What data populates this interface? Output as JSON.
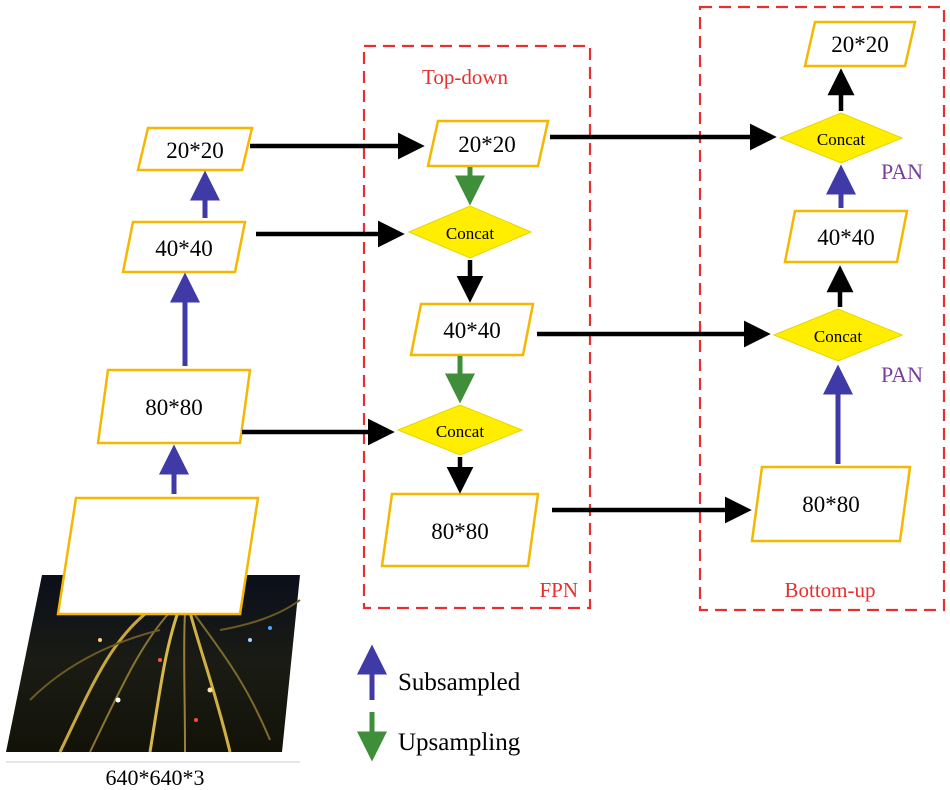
{
  "regions": {
    "fpn_top": "Top-down",
    "fpn_bottom": "FPN",
    "pan_bottom": "Bottom-up"
  },
  "backbone": {
    "b20": "20*20",
    "b40": "40*40",
    "b80": "80*80",
    "input": "640*640*3"
  },
  "fpn": {
    "n20": "20*20",
    "concat1": "Concat",
    "n40": "40*40",
    "concat2": "Concat",
    "n80": "80*80"
  },
  "pan": {
    "out20": "20*20",
    "concat_top": "Concat",
    "label_top": "PAN",
    "n40": "40*40",
    "concat_mid": "Concat",
    "label_mid": "PAN",
    "n80": "80*80"
  },
  "legend": {
    "subsampled": "Subsampled",
    "upsampling": "Upsampling"
  },
  "colors": {
    "box_border": "#f5b700",
    "concat_fill": "#ffee00",
    "subsample_arrow": "#3f3aa6",
    "upsample_arrow": "#3f8f3a",
    "region_border": "#e53030",
    "pan_label": "#7a3c9c"
  }
}
